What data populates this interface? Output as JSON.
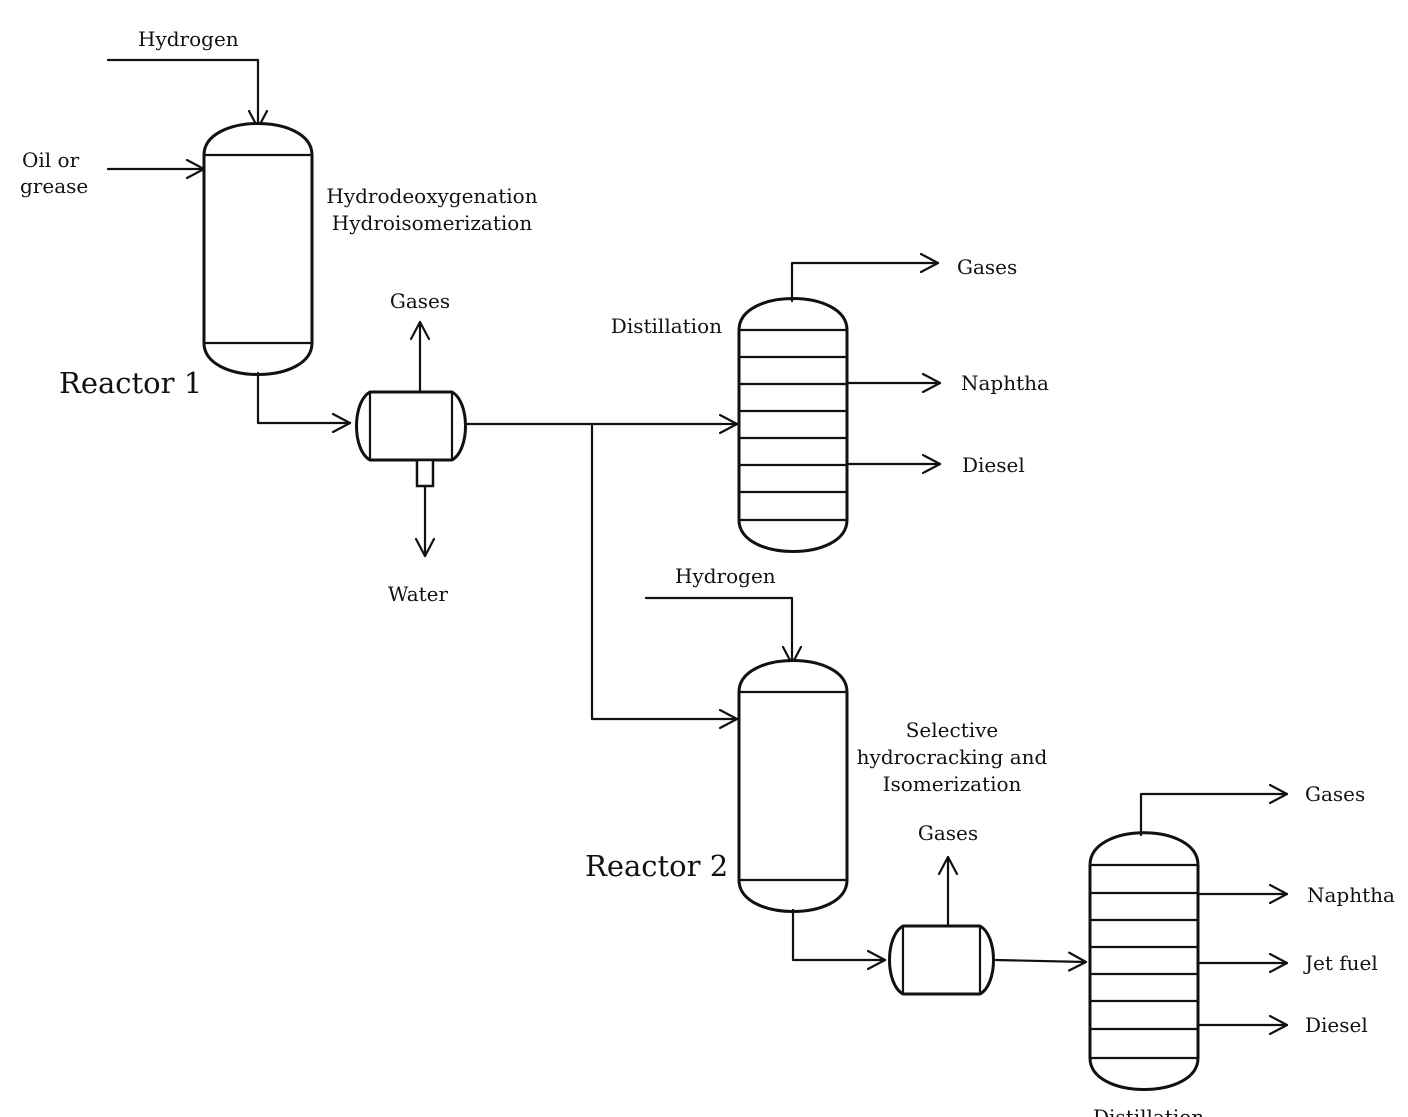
{
  "labels": {
    "hydrogen_1": "Hydrogen",
    "feed_line1": "Oil or",
    "feed_line2": "grease",
    "reactor1_process_line1": "Hydrodeoxygenation",
    "reactor1_process_line2": "Hydroisomerization",
    "reactor1": "Reactor 1",
    "separator1_gases": "Gases",
    "separator1_water": "Water",
    "distillation_1": "Distillation",
    "dist1_gases": "Gases",
    "dist1_naphtha": "Naphtha",
    "dist1_diesel": "Diesel",
    "hydrogen_2": "Hydrogen",
    "reactor2_process_line1": "Selective",
    "reactor2_process_line2": "hydrocracking and",
    "reactor2_process_line3": "Isomerization",
    "reactor2": "Reactor 2",
    "separator2_gases": "Gases",
    "dist2_gases": "Gases",
    "dist2_naphtha": "Naphtha",
    "dist2_jetfuel": "Jet fuel",
    "dist2_diesel": "Diesel",
    "distillation_2": "Distillation"
  }
}
